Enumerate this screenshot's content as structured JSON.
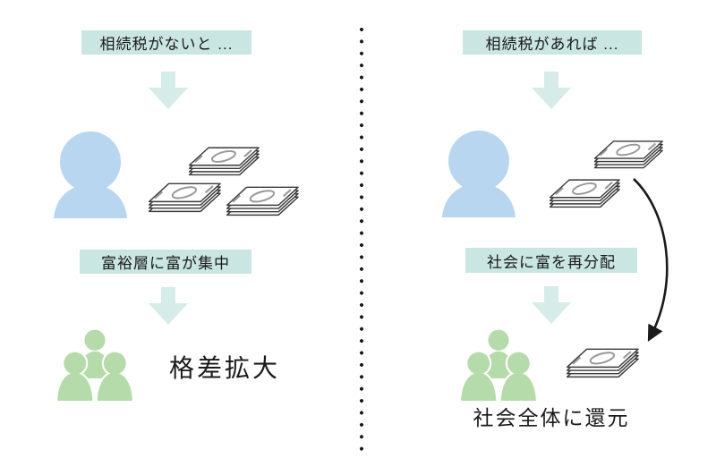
{
  "panels": {
    "left": {
      "header": "相続税がないと ...",
      "middle_label": "富裕層に富が集中",
      "result": "格差拡大"
    },
    "right": {
      "header": "相続税があれば ...",
      "middle_label": "社会に富を再分配",
      "result": "社会全体に還元"
    }
  },
  "icons": {
    "down-arrow-icon": "⬇",
    "person-icon": "👤",
    "people-group-icon": "👥",
    "money-stack-icon": "💵",
    "curved-arrow-icon": "↷",
    "dotted-divider": "⋮"
  },
  "colors": {
    "label_bg": "#c9e6e2",
    "arrow": "#d5ece8",
    "person": "#b9d6f0",
    "group": "#b6dbab",
    "ink": "#1a1a1a",
    "money_line": "#3a3a3a",
    "money_detail": "#999999",
    "bg": "#ffffff"
  }
}
